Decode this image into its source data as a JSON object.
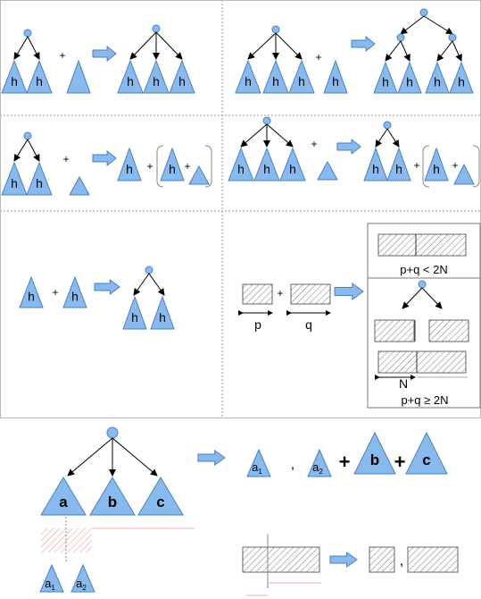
{
  "labels": {
    "h": "h",
    "plus": "+",
    "comma": ",",
    "p": "p",
    "q": "q",
    "n": "N",
    "cond_lt": "p+q < 2N",
    "cond_ge": "p+q ≥ 2N",
    "a": "a",
    "b": "b",
    "c": "c",
    "a1": "a",
    "a2": "a",
    "sub1": "1",
    "sub2": "2"
  },
  "colors": {
    "fill": "#89baee",
    "stroke": "#4a7fc0",
    "grid_line": "#999999",
    "hatch": "#777777",
    "red": "#e05a5a",
    "red_light": "#f2b3b3"
  }
}
